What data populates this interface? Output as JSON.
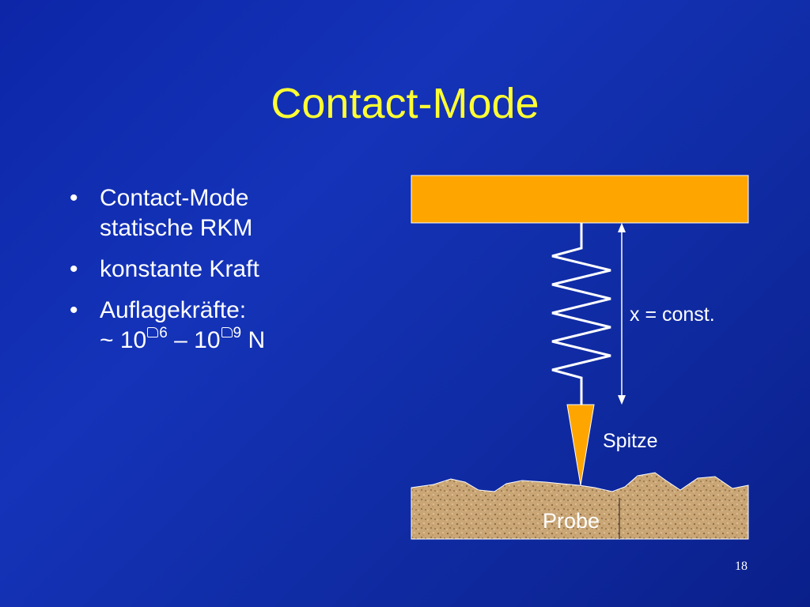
{
  "slide": {
    "title": "Contact-Mode",
    "bullets": [
      {
        "lines": [
          "Contact-Mode",
          "statische RKM"
        ]
      },
      {
        "lines": [
          "konstante Kraft"
        ]
      },
      {
        "line1": "Auflagekräfte:",
        "prefix": "~ 10",
        "exp1": "6",
        "middle": " – 10",
        "exp2": "9",
        "suffix": " N"
      }
    ],
    "bullet_glyph": "•",
    "diagram": {
      "distance_label": "x = const.",
      "tip_label": "Spitze",
      "sample_label": "Probe",
      "colors": {
        "holder": "#ffa500",
        "tip": "#ffa500",
        "spring": "#ffffff",
        "sample": "#c9a77a"
      }
    },
    "page_number": "18"
  }
}
